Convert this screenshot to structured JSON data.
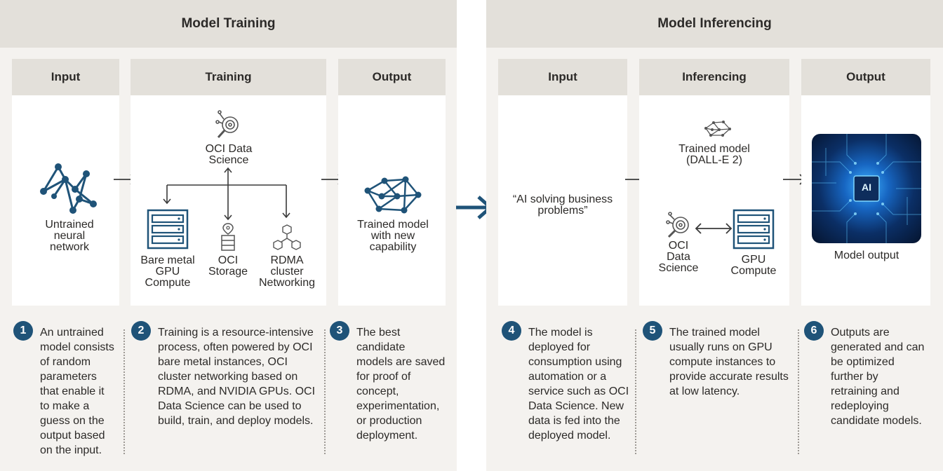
{
  "training": {
    "title": "Model Training",
    "input": {
      "header": "Input",
      "label": [
        "Untrained",
        "neural",
        "network"
      ]
    },
    "training": {
      "header": "Training",
      "data_science": [
        "OCI Data",
        "Science"
      ],
      "compute": [
        "Bare metal",
        "GPU",
        "Compute"
      ],
      "storage": [
        "OCI",
        "Storage"
      ],
      "networking": [
        "RDMA",
        "cluster",
        "Networking"
      ]
    },
    "output": {
      "header": "Output",
      "label": [
        "Trained model",
        "with new",
        "capability"
      ]
    }
  },
  "inferencing": {
    "title": "Model Inferencing",
    "input": {
      "header": "Input",
      "label": [
        "“AI solving business",
        "problems”"
      ]
    },
    "inferencing": {
      "header": "Inferencing",
      "model": [
        "Trained model",
        "(DALL-E 2)"
      ],
      "data_science": [
        "OCI",
        "Data",
        "Science"
      ],
      "gpu": [
        "GPU",
        "Compute"
      ]
    },
    "output": {
      "header": "Output",
      "label": "Model output",
      "image_text": "AI"
    }
  },
  "steps": [
    {
      "num": "1",
      "lines": [
        "An untrained",
        "model consists",
        "of random",
        "parameters",
        "that enable it",
        "to make a",
        "guess on the",
        "output based",
        "on the input."
      ]
    },
    {
      "num": "2",
      "lines": [
        "Training is a resource-intensive",
        "process, often powered by OCI",
        "bare metal instances, OCI",
        "cluster networking based on",
        "RDMA, and NVIDIA GPUs. OCI",
        "Data Science can be used to",
        "build, train, and deploy models."
      ]
    },
    {
      "num": "3",
      "lines": [
        "The best",
        "candidate",
        "models are saved",
        "for proof of",
        "concept,",
        "experimentation,",
        "or production",
        "deployment."
      ]
    },
    {
      "num": "4",
      "lines": [
        "The model is",
        "deployed for",
        "consumption using",
        "automation or a",
        "service such as OCI",
        "Data Science. New",
        "data is fed into the",
        "deployed model."
      ]
    },
    {
      "num": "5",
      "lines": [
        "The trained model",
        "usually runs on GPU",
        "compute instances to",
        "provide accurate results",
        "at low latency."
      ]
    },
    {
      "num": "6",
      "lines": [
        "Outputs are",
        "generated and can",
        "be optimized",
        "further by",
        "retraining and",
        "redeploying",
        "candidate models."
      ]
    }
  ],
  "colors": {
    "accent": "#1f5378",
    "panel_header": "#e3e0da",
    "section_bg": "#f4f2ef"
  },
  "icons": [
    "neural-network-icon",
    "data-science-icon",
    "server-icon",
    "storage-icon",
    "network-nodes-icon",
    "arrow-right-icon",
    "ai-chip-image"
  ]
}
